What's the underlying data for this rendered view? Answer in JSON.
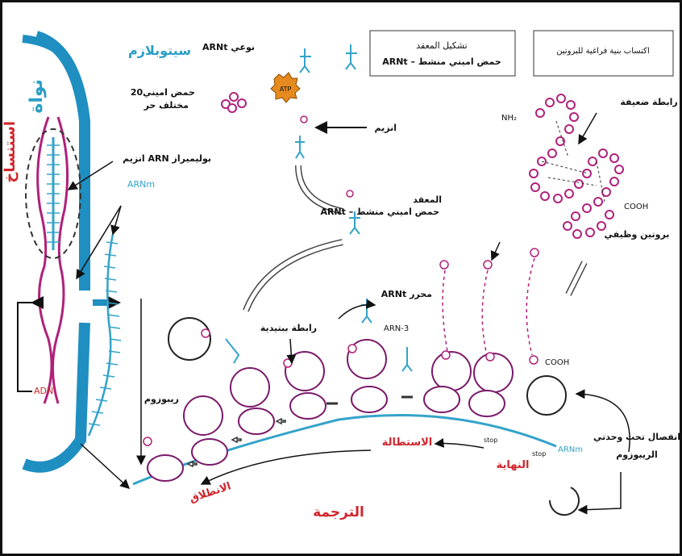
{
  "labels": {
    "cytoplasm": "سيتوبلازم",
    "nucleus": "نواة",
    "transcription": "استنساخ",
    "arn_polymerase": "انزيم ARN بوليميراز",
    "arnm": "ARNm",
    "adn": "ADN",
    "trna_specific": "ARNt نوعي",
    "amino_20_line1": "20حمض اميني",
    "amino_20_line2": "مختلف حر",
    "atp": "ATP",
    "enzyme": "انزيم",
    "complex_box_line1": "تشكيل المعقد",
    "complex_box_line2": "ARNt – حمض اميني منشط",
    "protein_box": "اكتساب بنية فراغية للبروتين",
    "complex_mid_line1": "المعقد",
    "complex_mid_line2": "ARNt – حمض اميني منشط",
    "weak_bond": "رابطة ضعيفة",
    "nh2": "NH₂",
    "cooh": "COOH",
    "functional_protein": "بروتين وظيفي",
    "free_trna": "ARNt محرر",
    "peptide_bond": "رابطة ببتيدية",
    "arn_3": "ARN-3",
    "ribosome": "ريبوزوم",
    "cooh2": "COOH",
    "ribosome_separation_line1": "انفصال تحت وحدتي",
    "ribosome_separation_line2": "الريبوزوم",
    "elongation": "الاستطالة",
    "termination": "النهاية",
    "initiation": "الانطلاق",
    "translation": "الترجمة",
    "stop1": "stop",
    "stop2": "stop",
    "arnm_bottom": "ARNm"
  },
  "colors": {
    "blue": "#2a9ec7",
    "red": "#d0262d",
    "magenta": "#b0217a",
    "cyan": "#34a3c9",
    "orange": "#e58a1f"
  }
}
